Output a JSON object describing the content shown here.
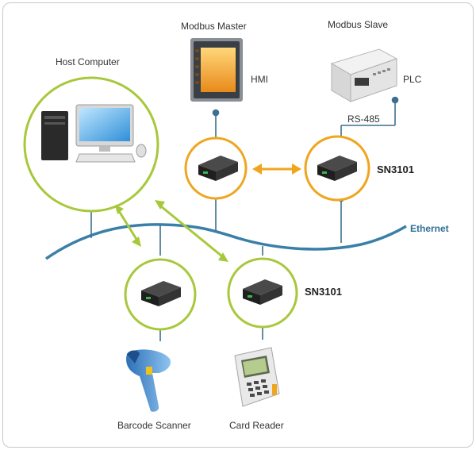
{
  "labels": {
    "host_computer": "Host Computer",
    "modbus_master": "Modbus Master",
    "modbus_slave": "Modbus Slave",
    "hmi": "HMI",
    "plc": "PLC",
    "rs485": "RS-485",
    "sn3101_top": "SN3101",
    "sn3101_bottom": "SN3101",
    "ethernet": "Ethernet",
    "barcode_scanner": "Barcode Scanner",
    "card_reader": "Card Reader"
  },
  "colors": {
    "ethernet_line": "#3a7fa8",
    "green_ring": "#a8c83c",
    "orange_ring": "#f0a51e",
    "connector": "#3d6f8e",
    "device_body": "#2b2b2b"
  }
}
